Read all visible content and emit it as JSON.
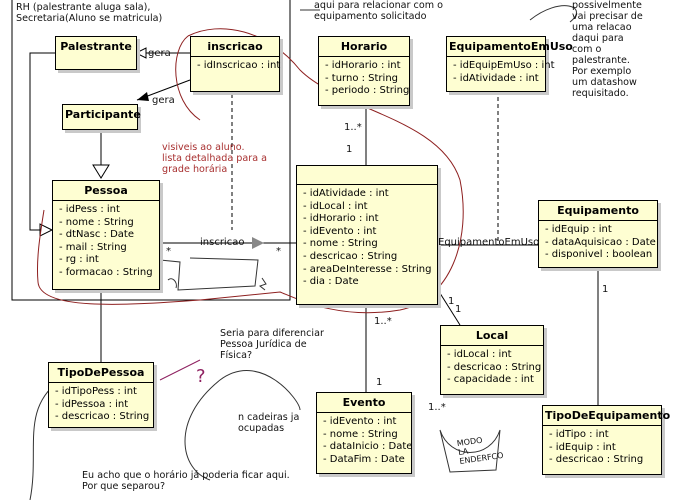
{
  "classes": {
    "palestrante": {
      "name": "Palestrante",
      "attrs": []
    },
    "inscricao": {
      "name": "inscricao",
      "attrs": [
        "- idInscricao : int"
      ]
    },
    "participante": {
      "name": "Participante",
      "attrs": []
    },
    "pessoa": {
      "name": "Pessoa",
      "attrs": [
        "- idPess : int",
        "- nome : String",
        "- dtNasc : Date",
        "- mail : String",
        "- rg : int",
        "- formacao : String"
      ]
    },
    "horario": {
      "name": "Horario",
      "attrs": [
        "- idHorario : int",
        "- turno : String",
        "- periodo : String"
      ]
    },
    "equipamentoemuso": {
      "name": "EquipamentoEmUso",
      "attrs": [
        "- idEquipEmUso : int",
        "- idAtividade : int"
      ]
    },
    "atividade": {
      "name": "",
      "attrs": [
        "- idAtividade : int",
        "- idLocal : int",
        "- idHorario : int",
        "- idEvento : int",
        "- nome : String",
        "- descricao : String",
        "- areaDeInteresse : String",
        "- dia : Date"
      ]
    },
    "equipamento": {
      "name": "Equipamento",
      "attrs": [
        "- idEquip : int",
        "- dataAquisicao : Date",
        "- disponivel : boolean"
      ]
    },
    "local": {
      "name": "Local",
      "attrs": [
        "- idLocal : int",
        "- descricao : String",
        "- capacidade : int"
      ]
    },
    "tipodepessoa": {
      "name": "TipoDePessoa",
      "attrs": [
        "- idTipoPess : int",
        "- idPessoa : int",
        "- descricao : String"
      ]
    },
    "evento": {
      "name": "Evento",
      "attrs": [
        "- idEvento : int",
        "- nome : String",
        "- dataInicio : Date",
        "- DataFim : Date"
      ]
    },
    "tipodeequipamento": {
      "name": "TipoDeEquipamento",
      "attrs": [
        "- idTipo : int",
        "- idEquip : int",
        "- descricao : String"
      ]
    }
  },
  "labels": {
    "gera1": "gera",
    "gera2": "gera",
    "inscricao_assoc": "inscricao",
    "star_left": "*",
    "star_right": "*",
    "equip_em_uso": "EquipamentoEmUso",
    "horario_many": "1..*",
    "horario_one": "1",
    "local_mult": "1",
    "local_mult2": "1",
    "evento_many": "1..*",
    "evento_one": "1",
    "equip_one": "1",
    "local_star": "1..*"
  },
  "notes": {
    "top_left": [
      "RH (palestrante aluga sala),",
      "Secretaria(Aluno se matricula)"
    ],
    "top_middle": [
      "aqui para relacionar com o",
      "equipamento solicitado"
    ],
    "top_right": [
      "possivelmente",
      "vai precisar de",
      "uma relacao",
      "daqui para",
      "com o",
      "palestrante.",
      "Por exemplo",
      "um datashow",
      "requisitado."
    ],
    "visiveis": [
      "visiveis ao aluno.",
      "lista detalhada para a",
      "grade horária"
    ],
    "juridica": [
      "Seria para diferenciar",
      "Pessoa Jurídica de",
      "Física?"
    ],
    "cadeiras": [
      "n cadeiras ja",
      "ocupadas"
    ],
    "horario_q": [
      "Eu acho que o horário já poderia ficar aqui.",
      "Por que separou?"
    ],
    "modo": [
      "MODO",
      "LA",
      "ENDERFCO"
    ]
  }
}
